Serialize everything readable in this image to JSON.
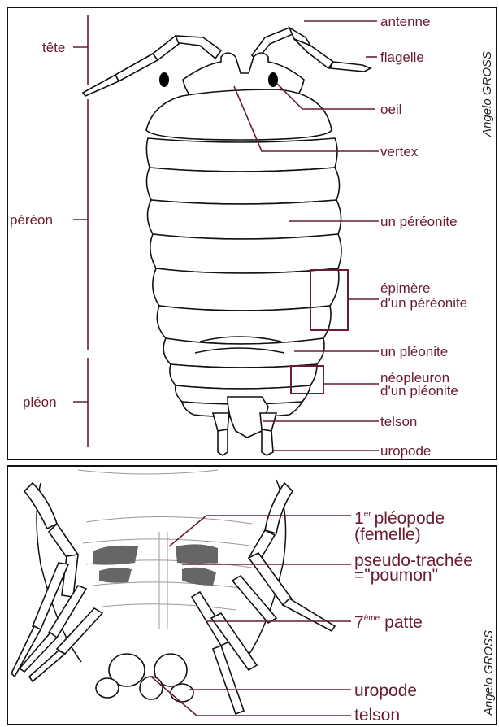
{
  "top_panel": {
    "signature": "Angelo GROSS",
    "body_regions": {
      "tete": "tête",
      "pereon": "péréon",
      "pleon": "pléon"
    },
    "labels": {
      "antenne": "antenne",
      "flagelle": "flagelle",
      "oeil": "oeil",
      "vertex": "vertex",
      "pereonite": "un péréonite",
      "epimere_1": "épimère",
      "epimere_2": "d'un péréonite",
      "pleonite": "un pléonite",
      "neopleuron_1": "néopleuron",
      "neopleuron_2": "d'un pléonite",
      "telson": "telson",
      "uropode": "uropode"
    }
  },
  "bottom_panel": {
    "signature": "Angelo GROSS",
    "labels": {
      "pleopode_num": "1",
      "pleopode_sup": "er",
      "pleopode_1": "pléopode",
      "pleopode_2": "(femelle)",
      "pseudo_1": "pseudo-trachée",
      "pseudo_2": "=\"poumon\"",
      "patte_num": "7",
      "patte_sup": "ème",
      "patte": "patte",
      "uropode": "uropode",
      "telson": "telson"
    }
  },
  "colors": {
    "label": "#6a1b2e",
    "outline": "#111111",
    "pseudo_trachea_fill": "#666666"
  }
}
